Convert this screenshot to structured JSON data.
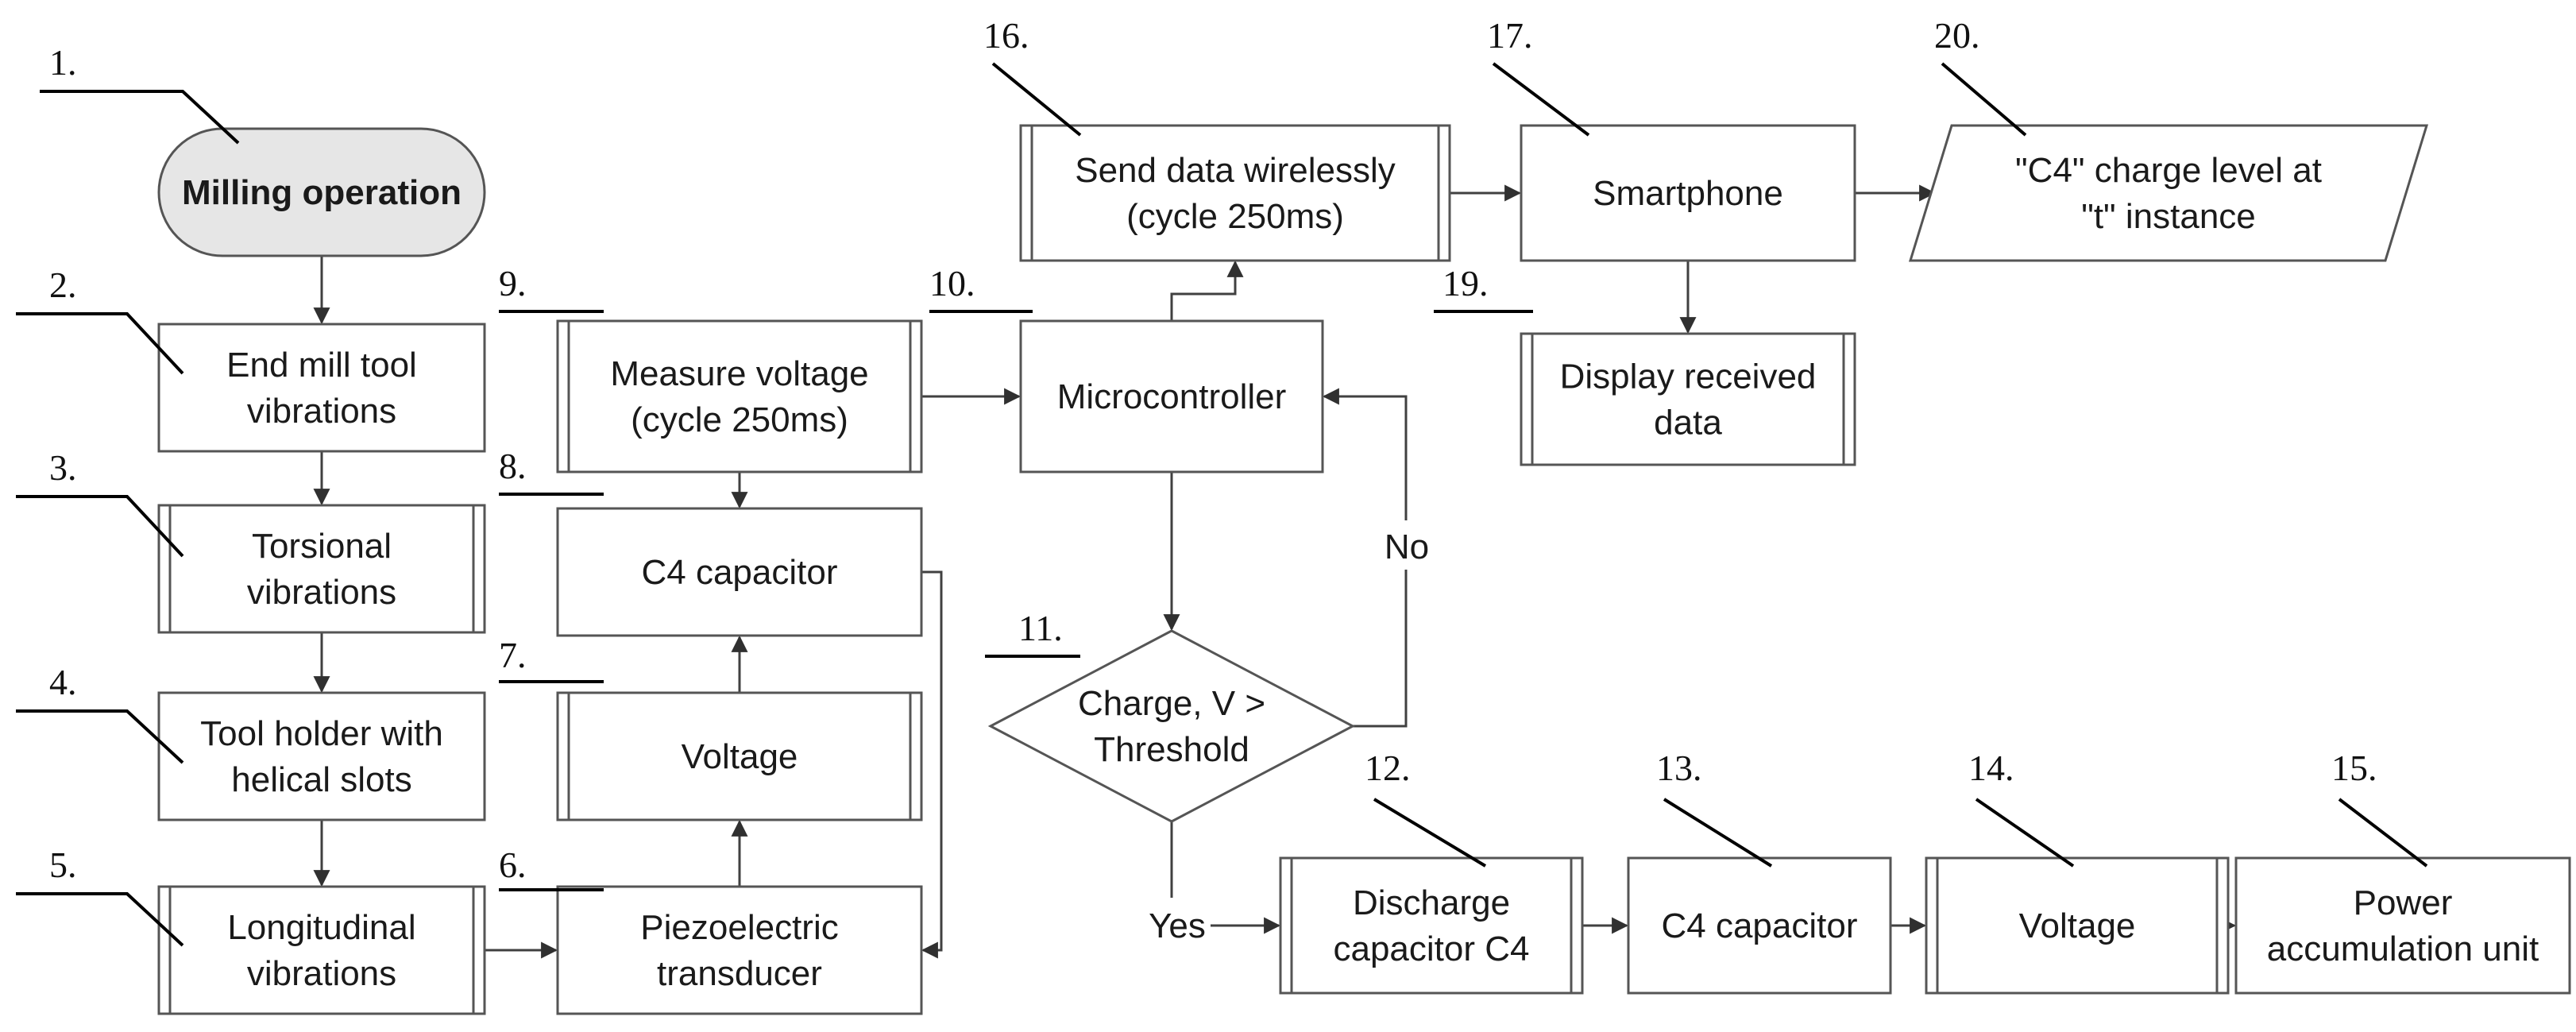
{
  "diagram": {
    "nodes": [
      {
        "id": "n1",
        "num": "1.",
        "lines": [
          "Milling operation"
        ]
      },
      {
        "id": "n2",
        "num": "2.",
        "lines": [
          "End mill tool",
          "vibrations"
        ]
      },
      {
        "id": "n3",
        "num": "3.",
        "lines": [
          "Torsional",
          "vibrations"
        ]
      },
      {
        "id": "n4",
        "num": "4.",
        "lines": [
          "Tool holder with",
          "helical slots"
        ]
      },
      {
        "id": "n5",
        "num": "5.",
        "lines": [
          "Longitudinal",
          "vibrations"
        ]
      },
      {
        "id": "n6",
        "num": "6.",
        "lines": [
          "Piezoelectric",
          "transducer"
        ]
      },
      {
        "id": "n7",
        "num": "7.",
        "lines": [
          "Voltage"
        ]
      },
      {
        "id": "n8",
        "num": "8.",
        "lines": [
          "C4 capacitor"
        ]
      },
      {
        "id": "n9",
        "num": "9.",
        "lines": [
          "Measure voltage",
          "(cycle 250ms)"
        ]
      },
      {
        "id": "n10",
        "num": "10.",
        "lines": [
          "Microcontroller"
        ]
      },
      {
        "id": "n11",
        "num": "11.",
        "lines": [
          "Charge, V >",
          "Threshold"
        ]
      },
      {
        "id": "n12",
        "num": "12.",
        "lines": [
          "Discharge",
          "capacitor C4"
        ]
      },
      {
        "id": "n13",
        "num": "13.",
        "lines": [
          "C4 capacitor"
        ]
      },
      {
        "id": "n14",
        "num": "14.",
        "lines": [
          "Voltage"
        ]
      },
      {
        "id": "n15",
        "num": "15.",
        "lines": [
          "Power",
          "accumulation unit"
        ]
      },
      {
        "id": "n16",
        "num": "16.",
        "lines": [
          "Send data wirelessly",
          "(cycle 250ms)"
        ]
      },
      {
        "id": "n17",
        "num": "17.",
        "lines": [
          "Smartphone"
        ]
      },
      {
        "id": "n19",
        "num": "19.",
        "lines": [
          "Display received",
          "data"
        ]
      },
      {
        "id": "n20",
        "num": "20.",
        "lines": [
          "\"C4\" charge level at",
          "\"t\" instance"
        ]
      }
    ],
    "edge_labels": {
      "yes": "Yes",
      "no": "No"
    }
  }
}
